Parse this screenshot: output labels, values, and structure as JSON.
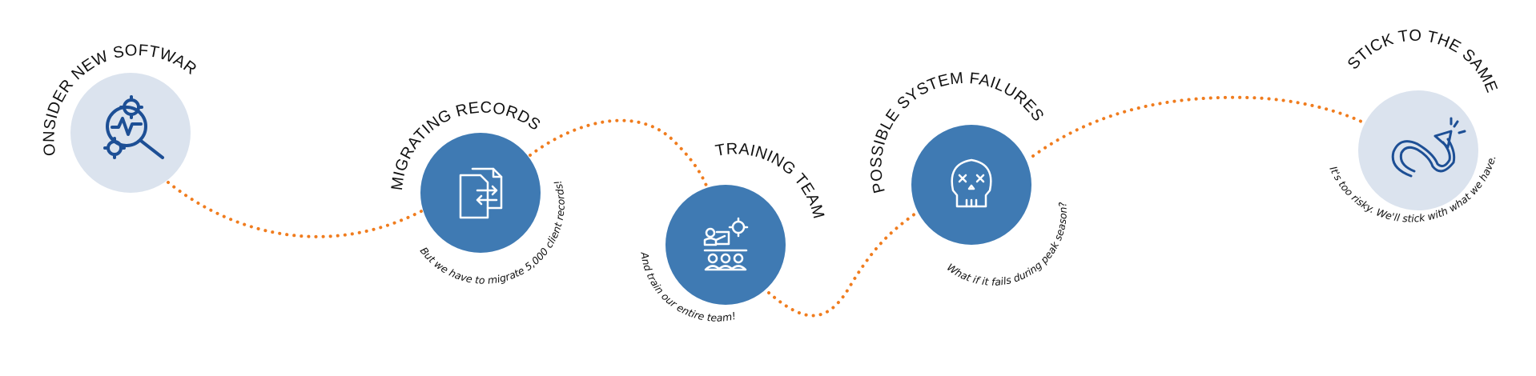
{
  "colors": {
    "path": "#f07c1e",
    "circle_primary": "#3f7ab3",
    "circle_muted": "#dbe3ee",
    "icon_on_primary": "#ffffff",
    "icon_on_muted": "#1d4f95",
    "text": "#111111"
  },
  "steps": [
    {
      "id": "consider",
      "title": "CONSIDER NEW SOFTWARE",
      "note": "",
      "icon": "gear-magnifier-icon",
      "style": "muted"
    },
    {
      "id": "migrating",
      "title": "MIGRATING RECORDS",
      "note": "But we have to migrate 5,000 client records!",
      "icon": "transfer-documents-icon",
      "style": "primary"
    },
    {
      "id": "training",
      "title": "TRAINING TEAM",
      "note": "And train our entire team!",
      "icon": "classroom-training-icon",
      "style": "primary"
    },
    {
      "id": "failures",
      "title": "POSSIBLE SYSTEM FAILURES",
      "note": "What if it fails during peak season?",
      "icon": "skull-icon",
      "style": "primary"
    },
    {
      "id": "stick",
      "title": "STICK TO THE SAME",
      "note": "It's too risky. We'll stick with what we have.",
      "icon": "curved-arrow-back-icon",
      "style": "muted"
    }
  ]
}
